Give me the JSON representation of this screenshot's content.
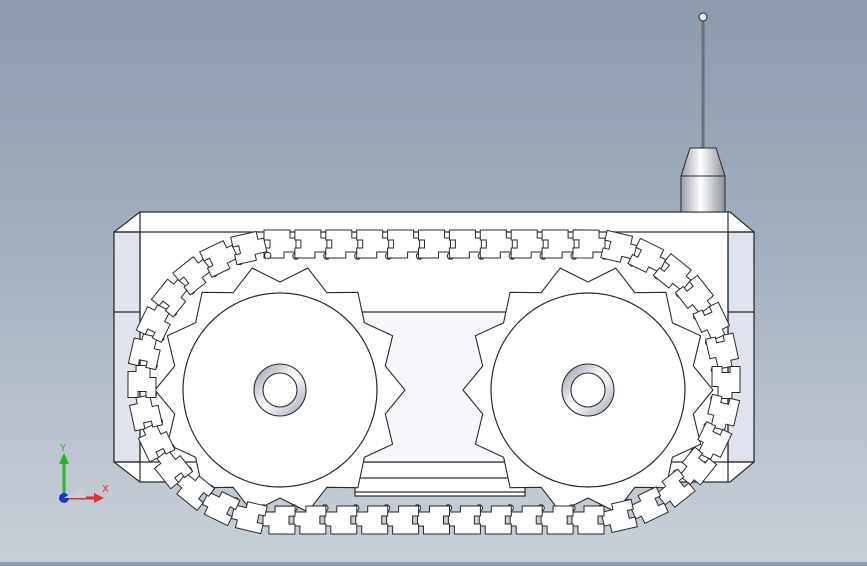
{
  "viewport": {
    "background_top": "#8d9bad",
    "background_bottom": "#c9d0d8",
    "edge_color": "#2a2a2a",
    "face_color": "#ffffff",
    "side_face_color": "#e2e6f0"
  },
  "model": {
    "parts": [
      "chassis-body",
      "antenna",
      "left-sprocket",
      "right-sprocket",
      "track-chain"
    ],
    "track_link_count": 48
  },
  "triad": {
    "x_label": "X",
    "y_label": "Y",
    "x_color": "#e03030",
    "y_color": "#30b030",
    "z_color": "#2030d0"
  }
}
